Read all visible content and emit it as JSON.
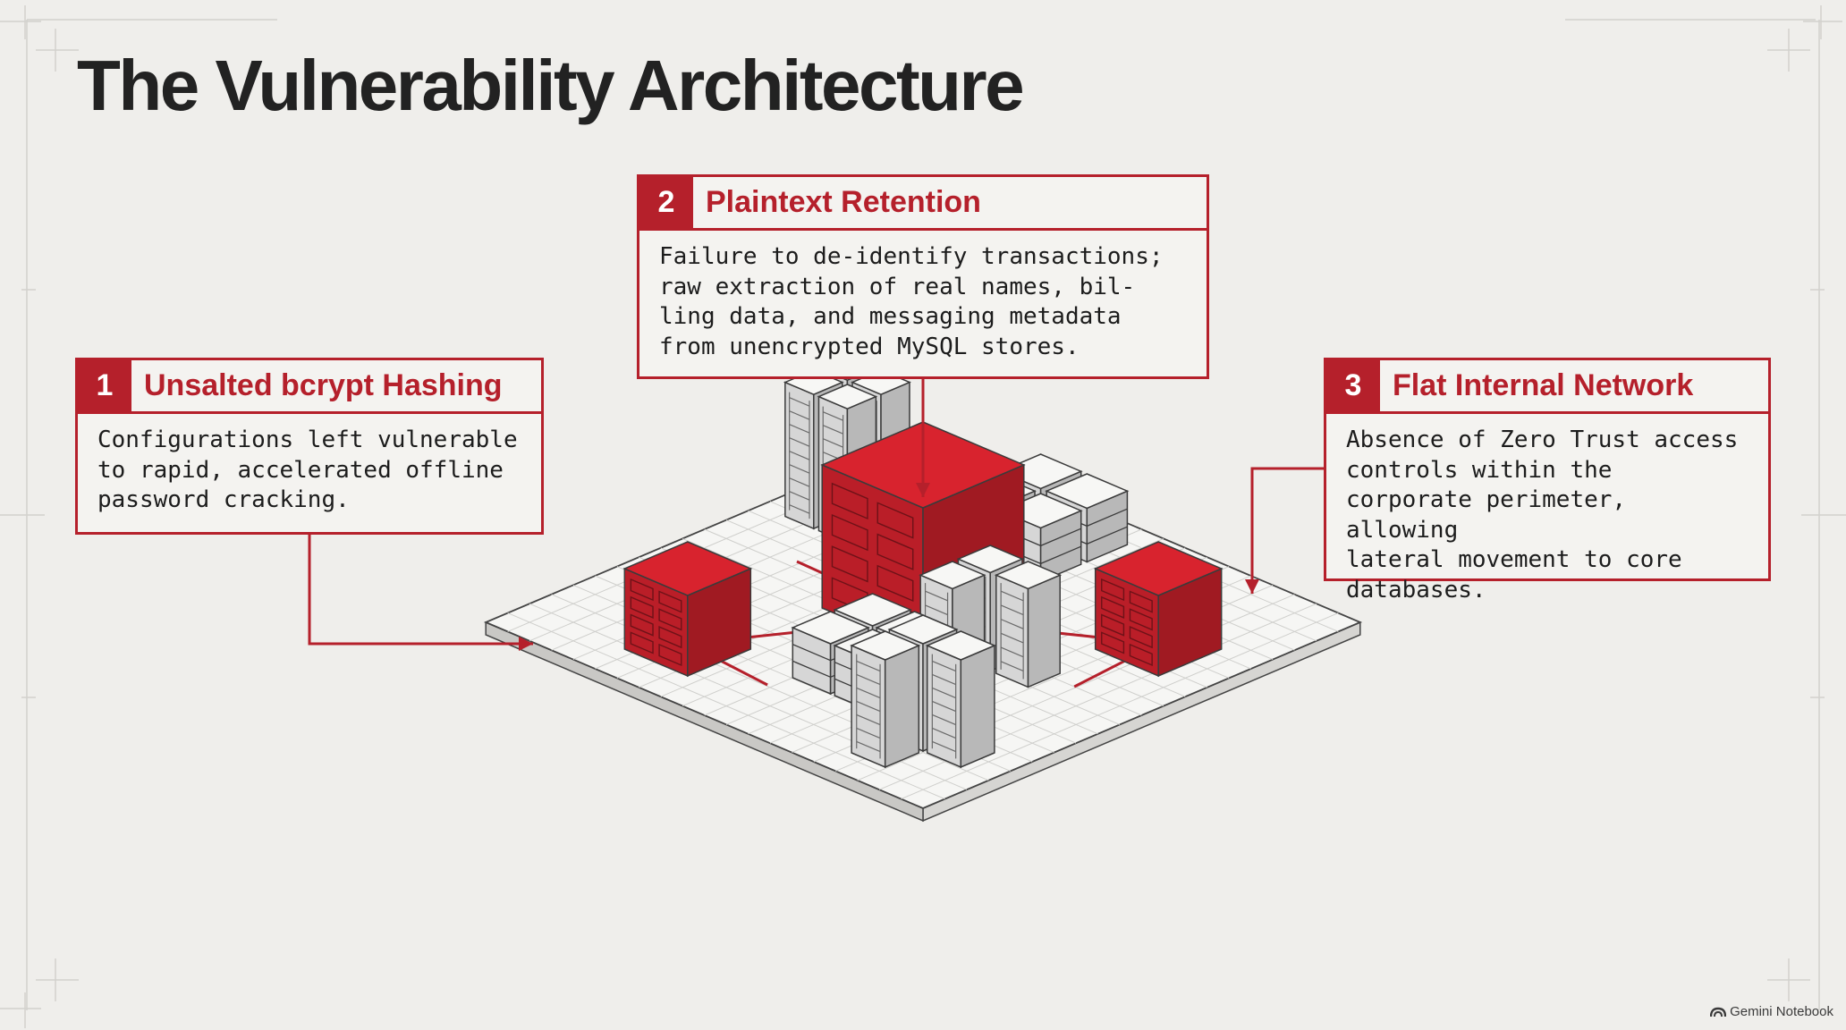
{
  "slide": {
    "title": "The Vulnerability Architecture"
  },
  "callouts": [
    {
      "number": "1",
      "title": "Unsalted bcrypt Hashing",
      "body": "Configurations left vulnerable\nto rapid, accelerated offline\npassword cracking."
    },
    {
      "number": "2",
      "title": "Plaintext Retention",
      "body": "Failure to de-identify transactions;\nraw extraction of real names, bil-\nling data, and messaging metadata\nfrom unencrypted MySQL stores."
    },
    {
      "number": "3",
      "title": "Flat Internal Network",
      "body": "Absence of Zero Trust access\ncontrols within the\ncorporate perimeter, allowing\nlateral movement to core\ndatabases."
    }
  ],
  "watermark": {
    "text": "Gemini Notebook",
    "icon": "gemini-logo-icon"
  },
  "colors": {
    "accent": "#b5202b",
    "background": "#efeeeb",
    "title_text": "#222222",
    "server_light": "#e6e6e6",
    "server_red": "#c8202b"
  }
}
